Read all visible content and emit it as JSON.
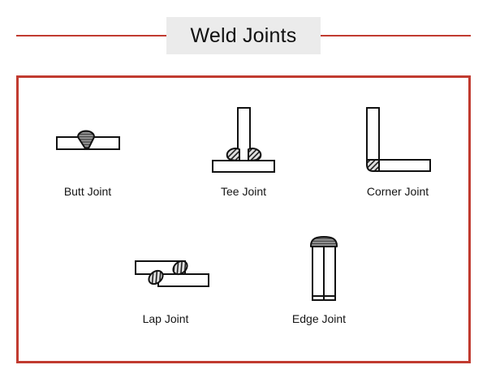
{
  "title": "Weld Joints",
  "joints": [
    {
      "label": "Butt Joint"
    },
    {
      "label": "Tee Joint"
    },
    {
      "label": "Corner Joint"
    },
    {
      "label": "Lap Joint"
    },
    {
      "label": "Edge Joint"
    }
  ],
  "colors": {
    "accent_red": "#c13b30",
    "title_background": "#ebebeb",
    "line_ink": "#111111",
    "weld_bead_gray": "#9b9b9b",
    "weld_hatch_bg": "#e0e0e0"
  }
}
